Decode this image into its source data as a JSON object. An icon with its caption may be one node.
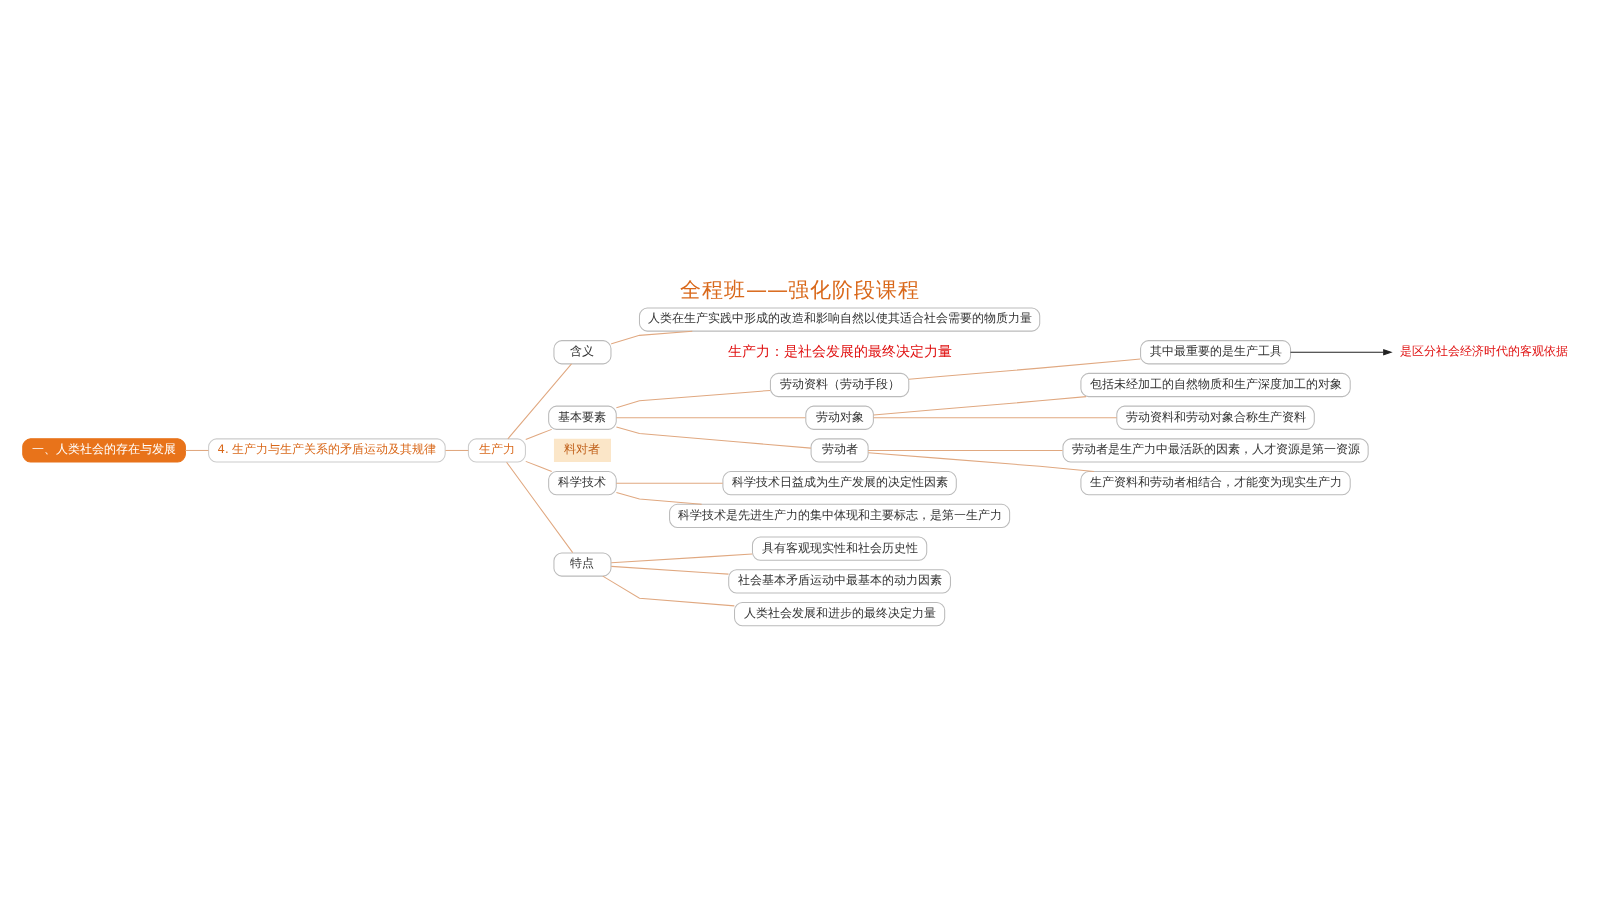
{
  "diagram": {
    "title": "全程班——强化阶段课程",
    "nodes": [
      {
        "text": [
          "一、人类社会的存在与发展"
        ]
      },
      {
        "text": [
          "4. 生产力与生产关系的矛盾运动及其规律"
        ]
      },
      {
        "text": [
          "生产力"
        ]
      },
      {
        "text": [
          "含义"
        ]
      },
      {
        "text": [
          "人类在生产实践中形成的改造和影响自然以使其适合社会需要的物质力量"
        ]
      },
      {
        "text": [
          "基本要素"
        ]
      },
      {
        "text": [
          "劳动资料（劳动手段）"
        ]
      },
      {
        "text": [
          "其中最重要的是生产工具"
        ]
      },
      {
        "text": [
          "是区分社会经济时代的客观依据"
        ]
      },
      {
        "text": [
          "劳动对象"
        ]
      },
      {
        "text": [
          "包括未经加工的自然物质和生产深度加工的对象"
        ]
      },
      {
        "text": [
          "劳动资料和劳动对象合称生产资料"
        ]
      },
      {
        "text": [
          "劳动者"
        ]
      },
      {
        "text": [
          "劳动者是生产力中最活跃的因素，人才资源是第一资源"
        ]
      },
      {
        "text": [
          "生产资料和劳动者相结合，才能变为现实生产力"
        ]
      },
      {
        "text": [
          "科学技术"
        ]
      },
      {
        "text": [
          "科学技术日益成为生产发展的决定性因素"
        ]
      },
      {
        "text": [
          "科学技术是先进生产力的集中体现和主要标志，是第一生产力"
        ]
      },
      {
        "text": [
          "特点"
        ]
      },
      {
        "text": [
          "具有客观现实性和社会历史性"
        ]
      },
      {
        "text": [
          "社会基本矛盾运动中最基本的动力因素"
        ]
      },
      {
        "text": [
          "人类社会发展和进步的最终决定力量"
        ]
      }
    ],
    "edges": [
      {
        "from": 0,
        "to": 1,
        "arrow": "none"
      },
      {
        "from": 1,
        "to": 2,
        "arrow": "none"
      },
      {
        "from": 2,
        "to": 3,
        "arrow": "none"
      },
      {
        "from": 3,
        "to": 4,
        "arrow": "none"
      },
      {
        "from": 2,
        "to": 5,
        "arrow": "none"
      },
      {
        "from": 5,
        "to": 6,
        "arrow": "none"
      },
      {
        "from": 6,
        "to": 7,
        "arrow": "none"
      },
      {
        "from": 7,
        "to": 8,
        "arrow": "to",
        "color": "#222222"
      },
      {
        "from": 5,
        "to": 9,
        "arrow": "none"
      },
      {
        "from": 9,
        "to": 10,
        "arrow": "none"
      },
      {
        "from": 9,
        "to": 11,
        "arrow": "none"
      },
      {
        "from": 5,
        "to": 12,
        "arrow": "none"
      },
      {
        "from": 12,
        "to": 13,
        "arrow": "none"
      },
      {
        "from": 12,
        "to": 14,
        "arrow": "none"
      },
      {
        "from": 2,
        "to": 15,
        "arrow": "none"
      },
      {
        "from": 15,
        "to": 16,
        "arrow": "none"
      },
      {
        "from": 15,
        "to": 17,
        "arrow": "none"
      },
      {
        "from": 2,
        "to": 18,
        "arrow": "none"
      },
      {
        "from": 18,
        "to": 19,
        "arrow": "none"
      },
      {
        "from": 18,
        "to": 20,
        "arrow": "none"
      },
      {
        "from": 18,
        "to": 21,
        "arrow": "none"
      }
    ],
    "labels": [
      "生产力：是社会发展的最终决定力量",
      "料对者"
    ]
  }
}
